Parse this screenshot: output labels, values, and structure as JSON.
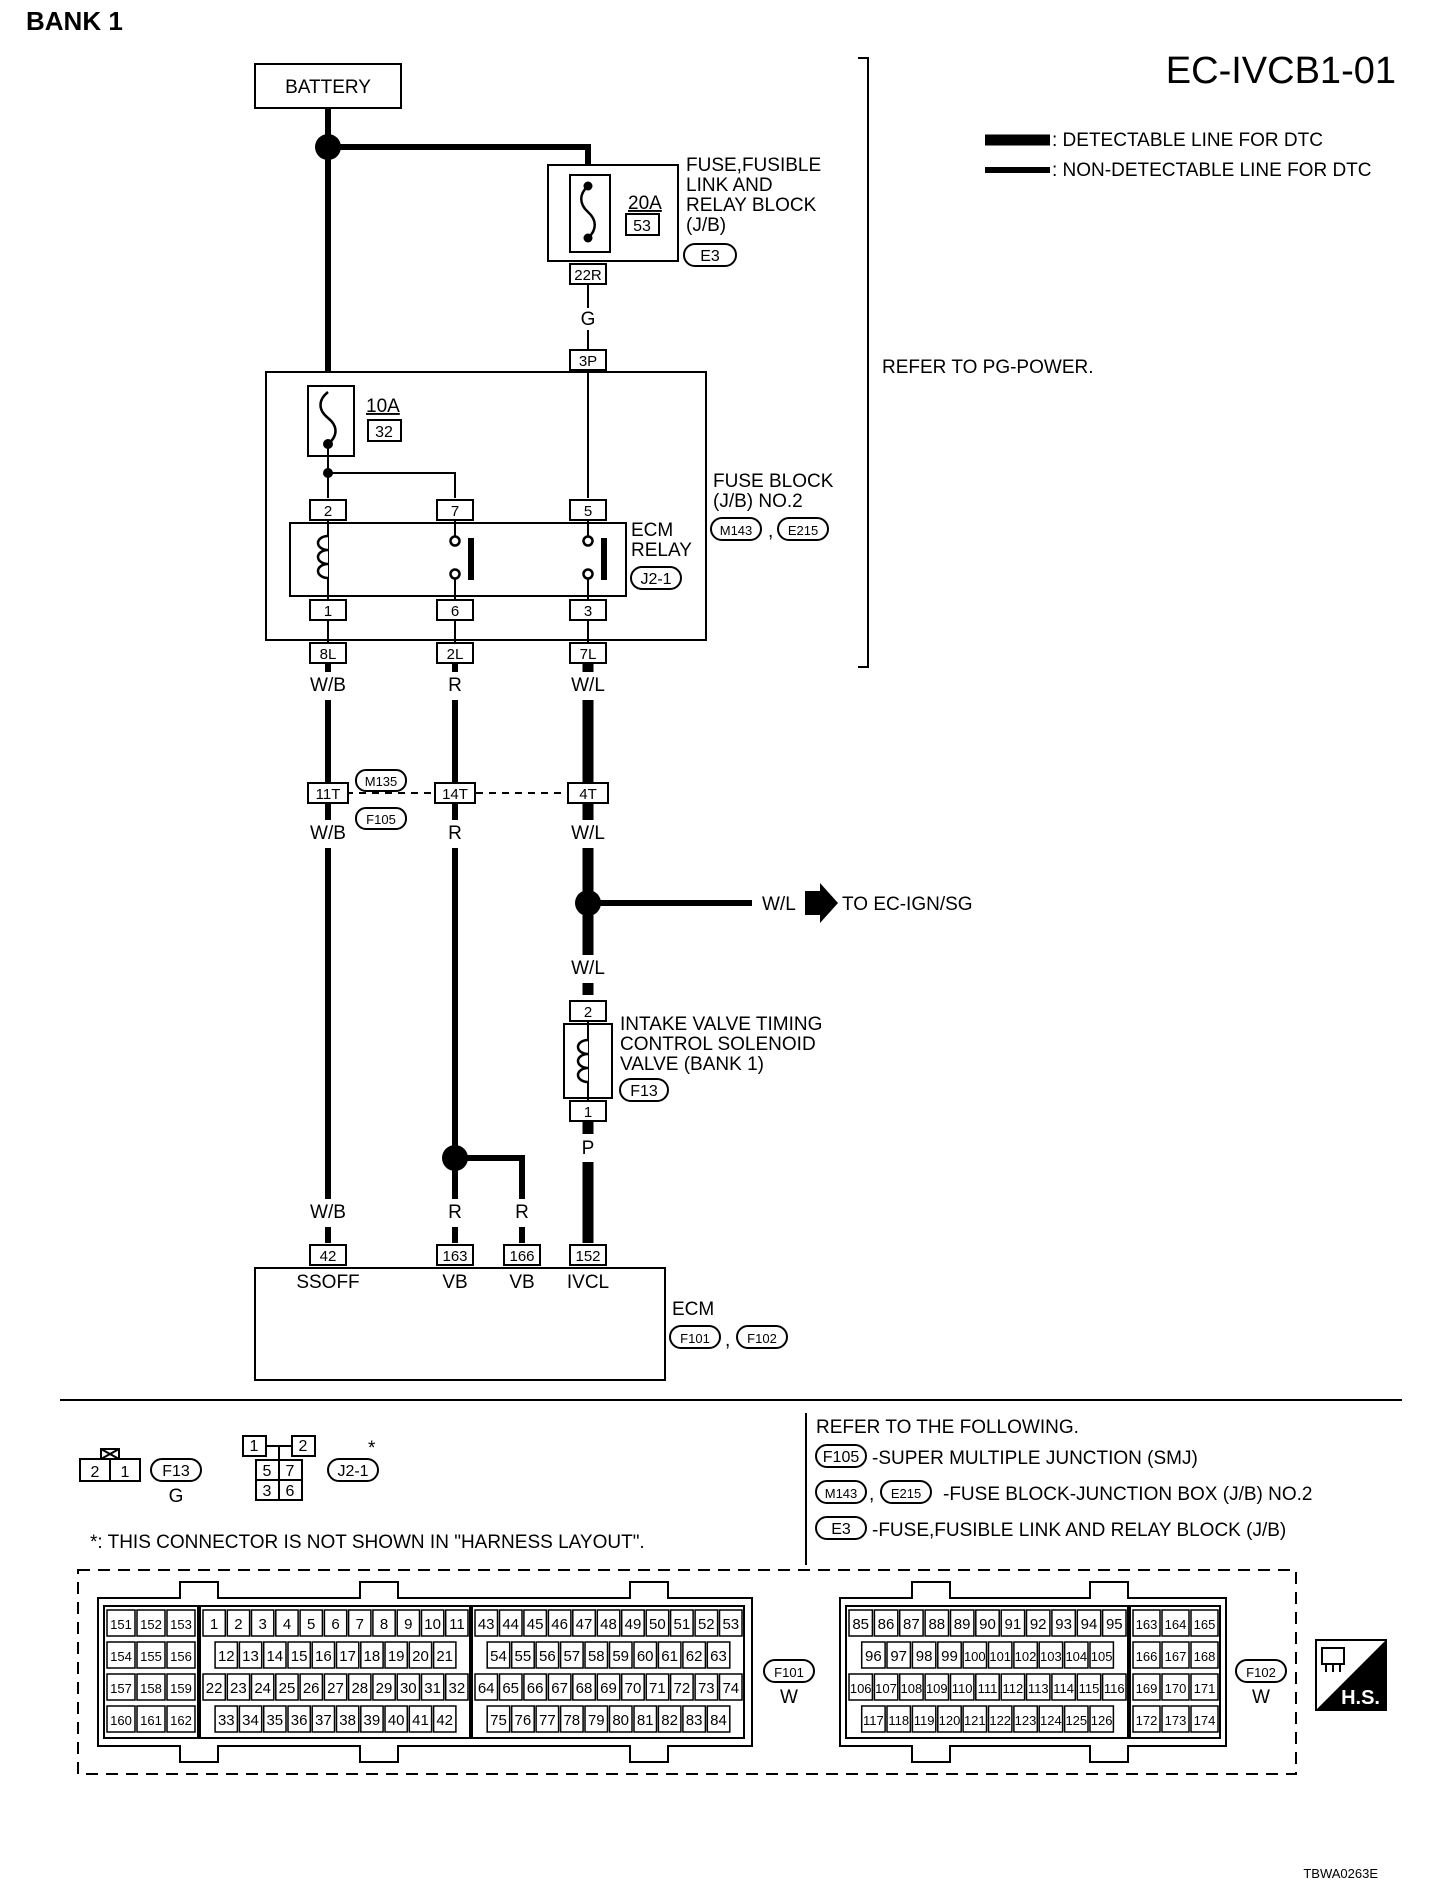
{
  "header": {
    "bank": "BANK 1",
    "code": "EC-IVCB1-01"
  },
  "legend": {
    "detectable": ": DETECTABLE LINE FOR DTC",
    "non_detectable": ": NON-DETECTABLE LINE FOR DTC"
  },
  "battery": "BATTERY",
  "fusible_link_block": {
    "name_lines": [
      "FUSE,FUSIBLE",
      "LINK AND",
      "RELAY BLOCK",
      "(J/B)"
    ],
    "fuse_amp": "20A",
    "fuse_no": "53",
    "connector": "E3",
    "pin": "22R"
  },
  "refer_pg": "REFER TO PG-POWER.",
  "fuse_block": {
    "name_lines": [
      "FUSE BLOCK",
      "(J/B) NO.2"
    ],
    "connectors": [
      "M143",
      "E215"
    ],
    "separator": ",",
    "fuse_amp": "10A",
    "fuse_no": "32",
    "pin_in": "3P"
  },
  "ecm_relay": {
    "name_lines": [
      "ECM",
      "RELAY"
    ],
    "connector": "J2-1",
    "top_pins": [
      "2",
      "7",
      "5"
    ],
    "bottom_pins": [
      "1",
      "6",
      "3"
    ],
    "out_pins": [
      "8L",
      "2L",
      "7L"
    ]
  },
  "wires": {
    "g": "G",
    "wb": "W/B",
    "r": "R",
    "wl": "W/L",
    "p": "P"
  },
  "smj": {
    "connectors": [
      "M135",
      "F105"
    ],
    "pins": [
      "11T",
      "14T",
      "4T"
    ]
  },
  "to_ign": "TO EC-IGN/SG",
  "solenoid": {
    "name_lines": [
      "INTAKE VALVE TIMING",
      "CONTROL SOLENOID",
      "VALVE (BANK 1)"
    ],
    "connector": "F13",
    "top_pin": "2",
    "bottom_pin": "1"
  },
  "ecm": {
    "name": "ECM",
    "connectors": [
      "F101",
      "F102"
    ],
    "separator": ",",
    "pins": [
      "42",
      "163",
      "166",
      "152"
    ],
    "terminal_labels": [
      "SSOFF",
      "VB",
      "VB",
      "IVCL"
    ]
  },
  "connector_views": {
    "f13_pins": [
      "2",
      "1"
    ],
    "f13_id": "F13",
    "f13_color": "G",
    "j21_pins": [
      "1",
      "2",
      "5",
      "7",
      "3",
      "6"
    ],
    "j21_id": "J2-1",
    "j21_mark": "*",
    "footnote": "*: THIS CONNECTOR IS NOT SHOWN IN \"HARNESS LAYOUT\"."
  },
  "refer_following": {
    "title": "REFER TO THE FOLLOWING.",
    "items": [
      {
        "ids": [
          "F105"
        ],
        "text": "-SUPER MULTIPLE JUNCTION (SMJ)"
      },
      {
        "ids": [
          "M143",
          "E215"
        ],
        "text": "-FUSE BLOCK-JUNCTION BOX (J/B) NO.2"
      },
      {
        "ids": [
          "E3"
        ],
        "text": "-FUSE,FUSIBLE LINK AND RELAY BLOCK (J/B)"
      }
    ]
  },
  "f101": {
    "id": "F101",
    "color": "W",
    "left": [
      [
        "151",
        "152",
        "153"
      ],
      [
        "154",
        "155",
        "156"
      ],
      [
        "157",
        "158",
        "159"
      ],
      [
        "160",
        "161",
        "162"
      ]
    ],
    "mid": [
      [
        "1",
        "2",
        "3",
        "4",
        "5",
        "6",
        "7",
        "8",
        "9",
        "10",
        "11"
      ],
      [
        "12",
        "13",
        "14",
        "15",
        "16",
        "17",
        "18",
        "19",
        "20",
        "21"
      ],
      [
        "22",
        "23",
        "24",
        "25",
        "26",
        "27",
        "28",
        "29",
        "30",
        "31",
        "32"
      ],
      [
        "33",
        "34",
        "35",
        "36",
        "37",
        "38",
        "39",
        "40",
        "41",
        "42"
      ]
    ],
    "right": [
      [
        "43",
        "44",
        "45",
        "46",
        "47",
        "48",
        "49",
        "50",
        "51",
        "52",
        "53"
      ],
      [
        "54",
        "55",
        "56",
        "57",
        "58",
        "59",
        "60",
        "61",
        "62",
        "63"
      ],
      [
        "64",
        "65",
        "66",
        "67",
        "68",
        "69",
        "70",
        "71",
        "72",
        "73",
        "74"
      ],
      [
        "75",
        "76",
        "77",
        "78",
        "79",
        "80",
        "81",
        "82",
        "83",
        "84"
      ]
    ]
  },
  "f102": {
    "id": "F102",
    "color": "W",
    "mid": [
      [
        "85",
        "86",
        "87",
        "88",
        "89",
        "90",
        "91",
        "92",
        "93",
        "94",
        "95"
      ],
      [
        "96",
        "97",
        "98",
        "99",
        "100",
        "101",
        "102",
        "103",
        "104",
        "105"
      ],
      [
        "106",
        "107",
        "108",
        "109",
        "110",
        "111",
        "112",
        "113",
        "114",
        "115",
        "116"
      ],
      [
        "117",
        "118",
        "119",
        "120",
        "121",
        "122",
        "123",
        "124",
        "125",
        "126"
      ]
    ],
    "right": [
      [
        "163",
        "164",
        "165"
      ],
      [
        "166",
        "167",
        "168"
      ],
      [
        "169",
        "170",
        "171"
      ],
      [
        "172",
        "173",
        "174"
      ]
    ]
  },
  "badge": "H.S.",
  "image_code": "TBWA0263E"
}
